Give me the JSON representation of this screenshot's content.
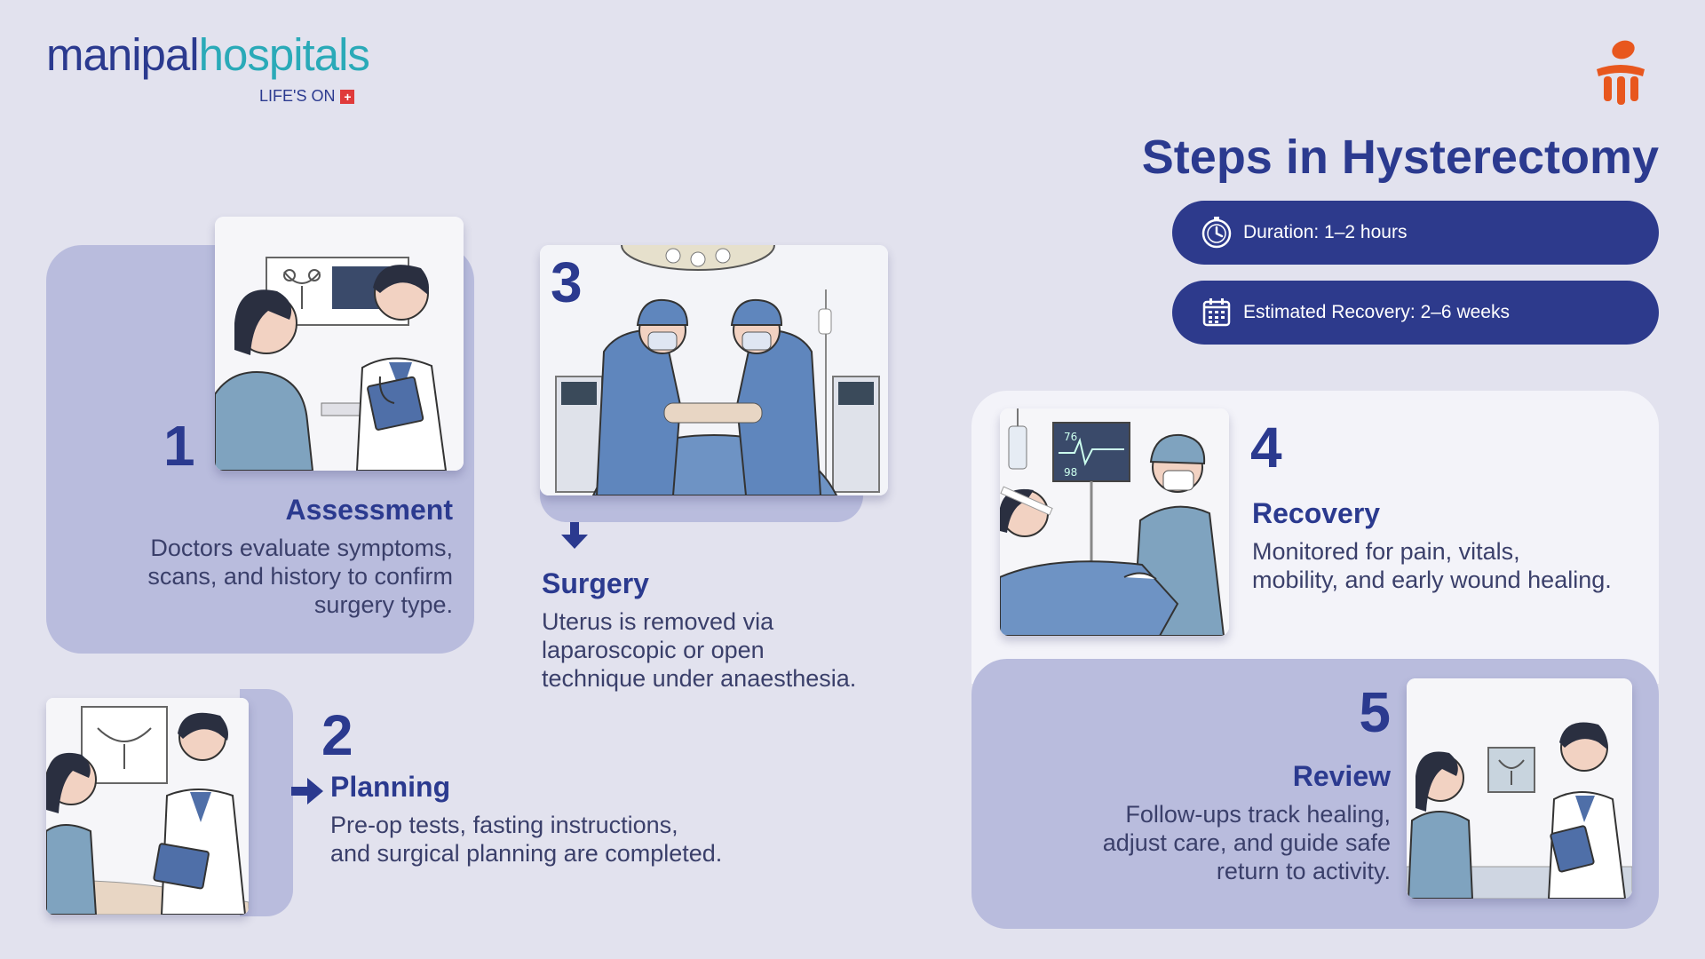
{
  "brand": {
    "name_part1": "manipal",
    "name_part2": "hospitals",
    "tagline": "LIFE'S ON",
    "tag_icon": "+"
  },
  "title": "Steps in Hysterectomy",
  "info": [
    {
      "icon": "stopwatch-icon",
      "text": "Duration: 1–2 hours"
    },
    {
      "icon": "calendar-icon",
      "text": "Estimated Recovery: 2–6 weeks"
    }
  ],
  "steps": [
    {
      "number": "1",
      "title": "Assessment",
      "desc_lines": [
        "Doctors evaluate symptoms,",
        "scans, and history to confirm",
        "surgery type."
      ]
    },
    {
      "number": "2",
      "title": "Planning",
      "desc_lines": [
        "Pre-op tests, fasting instructions,",
        "and surgical planning are completed."
      ]
    },
    {
      "number": "3",
      "title": "Surgery",
      "desc_lines": [
        "Uterus is removed via",
        "laparoscopic or open",
        "technique under anaesthesia."
      ]
    },
    {
      "number": "4",
      "title": "Recovery",
      "desc_lines": [
        "Monitored for pain, vitals,",
        "mobility, and early wound healing."
      ]
    },
    {
      "number": "5",
      "title": "Review",
      "desc_lines": [
        "Follow-ups track healing,",
        "adjust care, and guide safe",
        "return to activity."
      ]
    }
  ],
  "monitor": {
    "value1": "76",
    "value2": "98"
  },
  "colors": {
    "primary": "#2b3a8f",
    "accent": "#2aaab8",
    "panel": "#b9bcdd",
    "background": "#e2e2ee",
    "brand_orange": "#e8571e"
  }
}
